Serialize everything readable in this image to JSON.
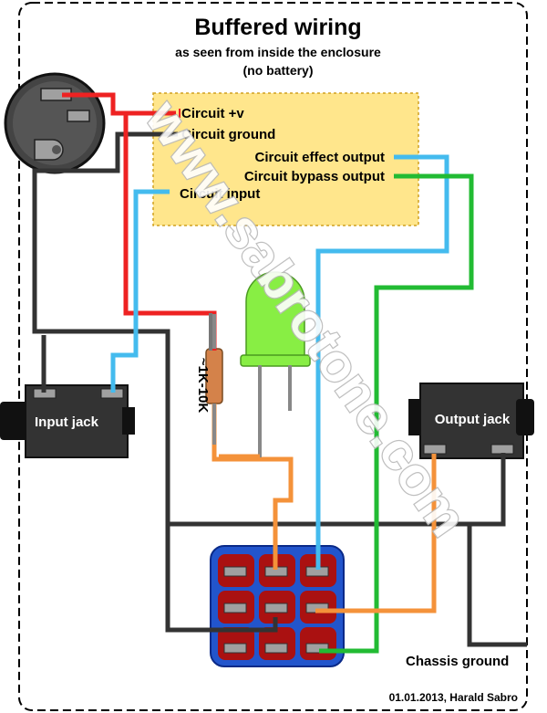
{
  "title": "Buffered wiring",
  "subtitle_1": "as seen from inside the enclosure",
  "subtitle_2": "(no battery)",
  "watermark": "www.sabrotone.com",
  "circuit_labels": {
    "vplus": "Circuit +v",
    "ground": "Circuit ground",
    "effect_out": "Circuit effect output",
    "bypass_out": "Circuit bypass output",
    "input": "Circuit input"
  },
  "components": {
    "resistor_label": "~1K-10K",
    "input_jack": "Input jack",
    "output_jack": "Output jack",
    "chassis_ground": "Chassis ground"
  },
  "footer": "01.01.2013, Harald Sabro",
  "colors": {
    "red_wire": "#ee2222",
    "black_wire": "#333333",
    "blue_wire": "#44bbee",
    "green_wire": "#22bb33",
    "orange_wire": "#f4923a",
    "circuit_board": "#ffe68c",
    "switch_body": "#2255cc",
    "switch_cells": "#aa1111",
    "led": "#88ee44"
  }
}
